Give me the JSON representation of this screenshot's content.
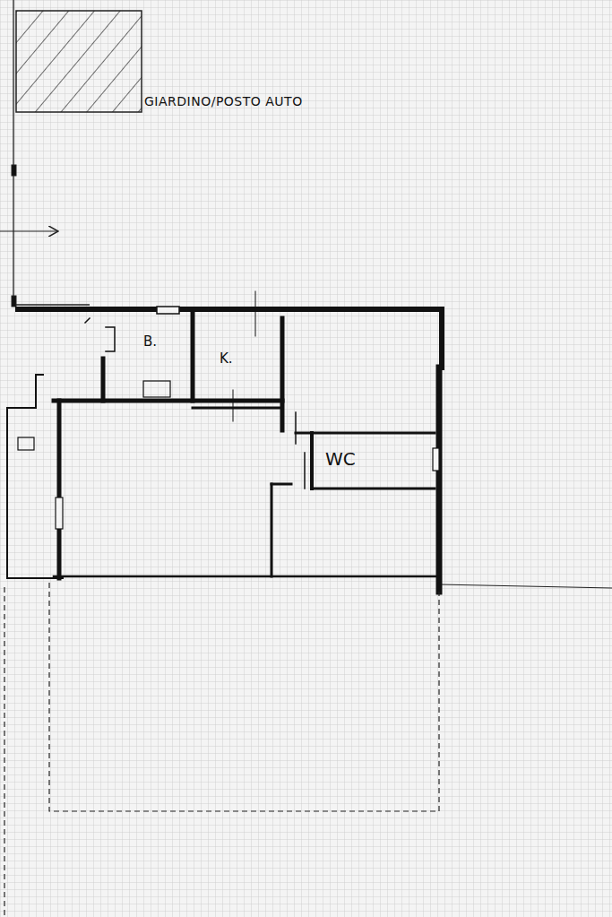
{
  "diagram": {
    "labels": [
      "GIARDINO/POSTO AUTO",
      "B.",
      "K.",
      "WC"
    ]
  }
}
